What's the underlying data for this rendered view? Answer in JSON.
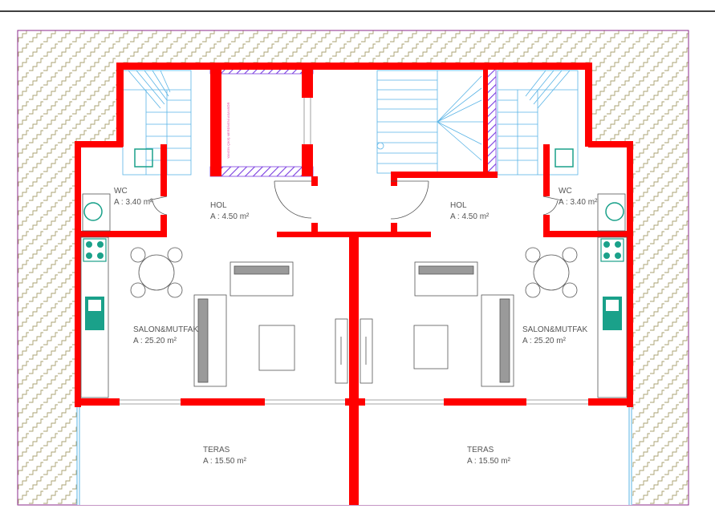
{
  "colors": {
    "wall": "#ff0000",
    "stairs": "#5ab4e6",
    "shaft_hatch": "#7a3de0",
    "roof_pattern": "#a8a070",
    "frame": "#8b2a8b",
    "furniture": "#555555",
    "fixture": "#1aa18a"
  },
  "rooms": [
    {
      "name": "WC",
      "area": "A : 3.40 m²"
    },
    {
      "name": "HOL",
      "area": "A : 4.50 m²"
    },
    {
      "name": "SALON&MUTFAK",
      "area": "A : 25.20 m²"
    },
    {
      "name": "TERAS",
      "area": "A : 15.50 m²"
    },
    {
      "name": "HOL",
      "area": "A : 4.50 m²"
    },
    {
      "name": "WC",
      "area": "A : 3.40 m²"
    },
    {
      "name": "SALON&MUTFAK",
      "area": "A : 25.20 m²"
    },
    {
      "name": "TERAS",
      "area": "A : 15.50 m²"
    }
  ],
  "shaft_note": "YANGIN ÇIKIŞ MERDİVENİ ASANSÖR",
  "icons": [
    "stair-icon",
    "toilet-icon",
    "sink-icon",
    "stove-icon",
    "dining-table-icon",
    "sofa-icon",
    "door-icon"
  ]
}
